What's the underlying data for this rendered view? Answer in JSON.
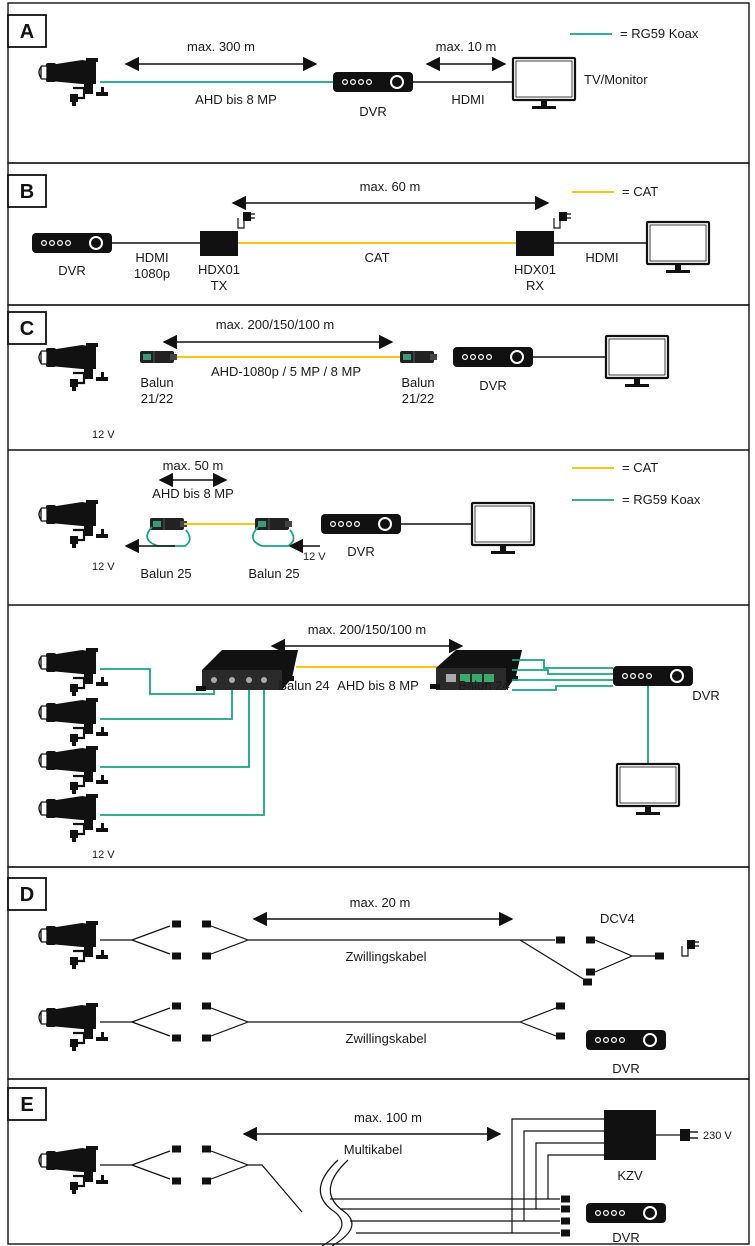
{
  "colors": {
    "coax": "#1aa383",
    "cat": "#f5c518",
    "ink": "#111111"
  },
  "icons": [
    "camera-icon",
    "dvr-icon",
    "monitor-icon",
    "power-plug-icon",
    "balun-icon",
    "connector-icon",
    "hub-icon",
    "box-icon"
  ],
  "sections": {
    "a": {
      "letter": "A",
      "legend": "= RG59 Koax",
      "dist1": "max. 300 m",
      "coax_label": "AHD bis 8 MP",
      "dvr": "DVR",
      "dist2": "max. 10 m",
      "hdmi": "HDMI",
      "monitor": "TV/Monitor"
    },
    "b": {
      "letter": "B",
      "legend": "= CAT",
      "dist": "max. 60 m",
      "dvr": "DVR",
      "hdmi1_l1": "HDMI",
      "hdmi1_l2": "1080p",
      "tx_l1": "HDX01",
      "tx_l2": "TX",
      "cat": "CAT",
      "rx_l1": "HDX01",
      "rx_l2": "RX",
      "hdmi2": "HDMI"
    },
    "c": {
      "letter": "C",
      "p1": {
        "dist": "max. 200/150/100 m",
        "cable": "AHD-1080p / 5 MP / 8 MP",
        "v": "12 V",
        "balun_l1": "Balun",
        "balun_l2": "21/22",
        "balun2_l1": "Balun",
        "balun2_l2": "21/22",
        "dvr": "DVR"
      },
      "p2": {
        "dist": "max. 50 m",
        "cable": "AHD bis 8 MP",
        "v1": "12 V",
        "v2": "12 V",
        "balun1": "Balun 25",
        "balun2": "Balun 25",
        "dvr": "DVR",
        "legend_cat": "= CAT",
        "legend_coax": "= RG59 Koax"
      },
      "p3": {
        "dist": "max. 200/150/100 m",
        "cable": "AHD bis 8 MP",
        "balun1": "Balun 24",
        "balun2": "Balun 24",
        "dvr": "DVR",
        "v": "12 V"
      }
    },
    "d": {
      "letter": "D",
      "dist": "max. 20 m",
      "cable1": "Zwillingskabel",
      "cable2": "Zwillingskabel",
      "dcv": "DCV4",
      "dvr": "DVR"
    },
    "e": {
      "letter": "E",
      "dist": "max. 100 m",
      "cable": "Multikabel",
      "kzv": "KZV",
      "volt": "230 V",
      "dvr": "DVR"
    }
  }
}
